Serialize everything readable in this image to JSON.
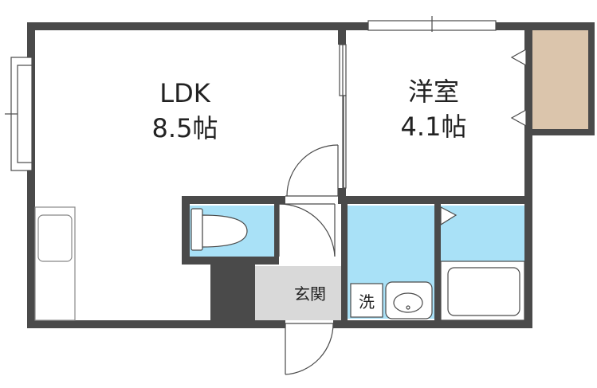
{
  "rooms": {
    "ldk": {
      "name": "LDK",
      "size": "8.5帖"
    },
    "western": {
      "name": "洋室",
      "size": "4.1帖"
    },
    "entrance": {
      "name": "玄関"
    },
    "washer": {
      "name": "洗"
    }
  },
  "colors": {
    "wall": "#4a4a4a",
    "water_area": "#a9e1f7",
    "closet": "#dbc5ac",
    "entrance_floor": "#d9d9d9",
    "fixture_stroke": "#888888"
  }
}
